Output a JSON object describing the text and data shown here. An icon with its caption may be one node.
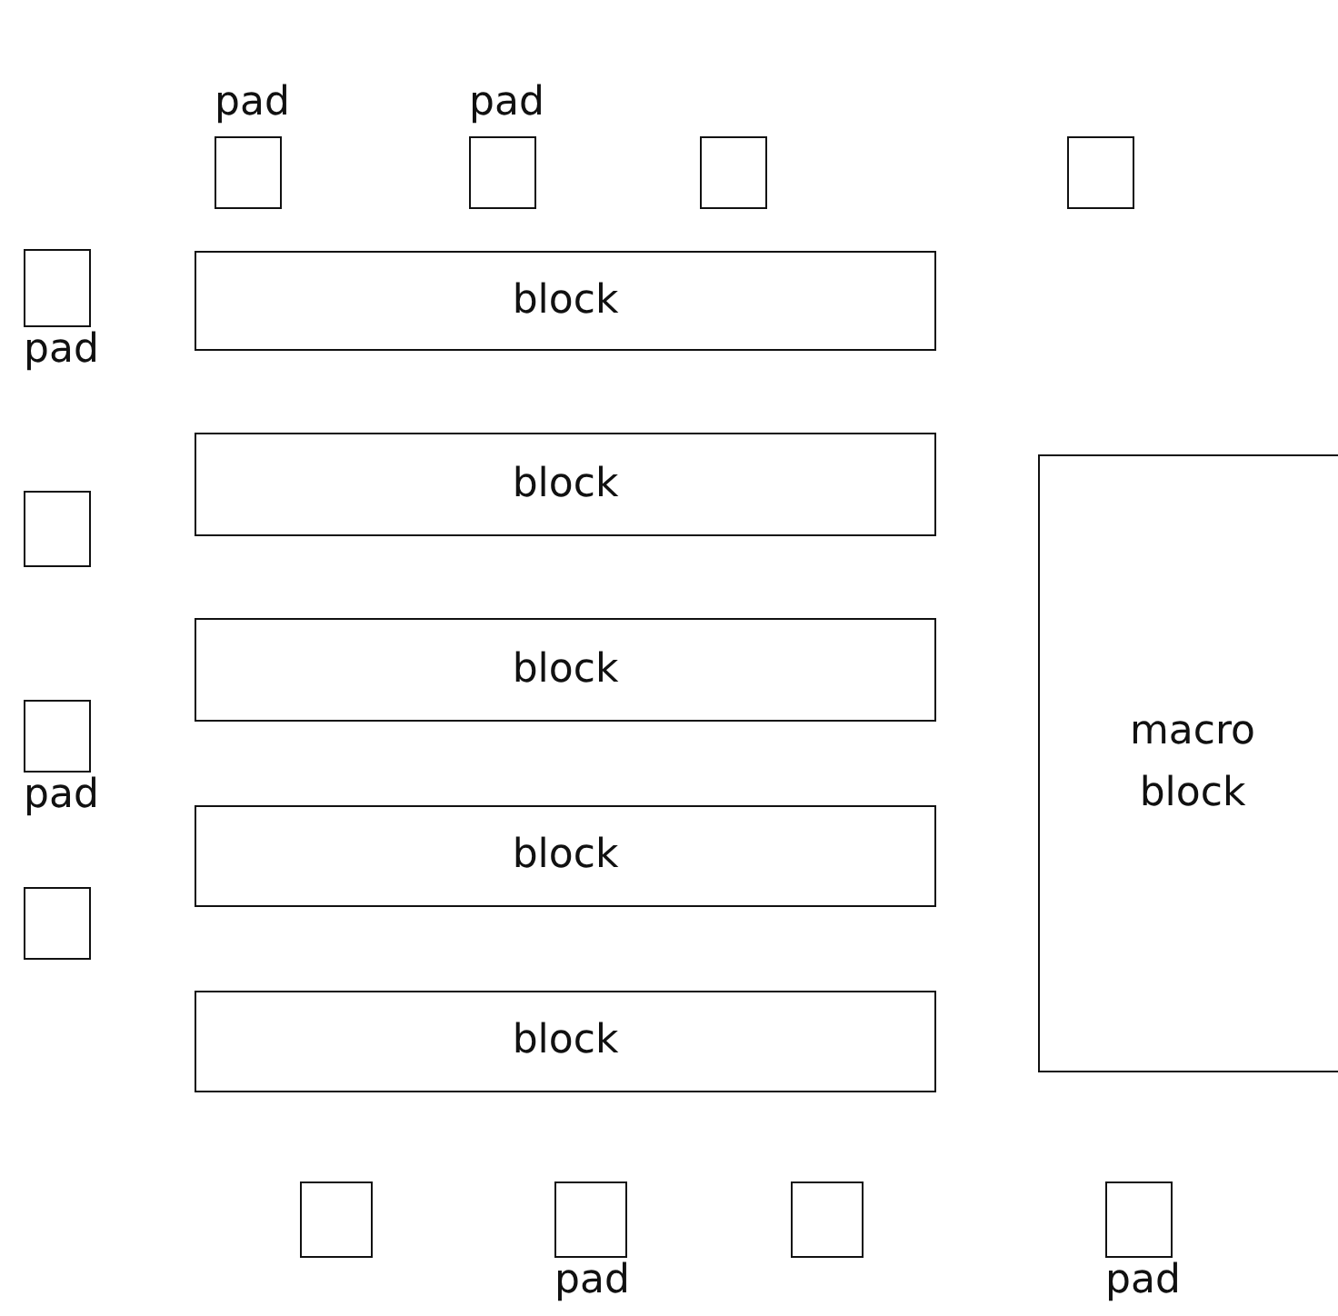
{
  "diagram": {
    "nodes": [
      {
        "text": [
          "pad"
        ]
      },
      {
        "text": [
          "pad"
        ]
      },
      {
        "text": [],
        "shape": "box"
      },
      {
        "text": [],
        "shape": "box"
      },
      {
        "text": [
          "pad"
        ]
      },
      {
        "text": [
          "block"
        ]
      },
      {
        "text": [],
        "shape": "box"
      },
      {
        "text": [
          "block"
        ]
      },
      {
        "text": [
          "macro block"
        ]
      },
      {
        "text": [
          "block"
        ]
      },
      {
        "text": [
          "pad"
        ]
      },
      {
        "text": [
          "block"
        ]
      },
      {
        "text": [],
        "shape": "box"
      },
      {
        "text": [
          "block"
        ]
      },
      {
        "text": [],
        "shape": "box"
      },
      {
        "text": [
          "pad"
        ]
      },
      {
        "text": [],
        "shape": "box"
      },
      {
        "text": [
          "pad"
        ]
      }
    ]
  }
}
